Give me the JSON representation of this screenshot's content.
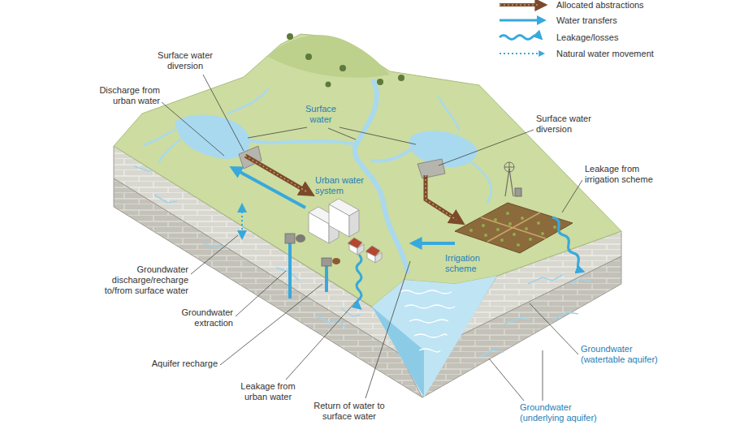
{
  "diagram": {
    "labels": [
      "Surface water diversion",
      "Discharge from urban water",
      "Surface water",
      "Urban water system",
      "Surface water diversion",
      "Leakage from irrigation scheme",
      "Irrigation scheme",
      "Groundwater discharge/recharge to/from surface water",
      "Groundwater extraction",
      "Aquifer recharge",
      "Leakage from urban water",
      "Return of water to surface water",
      "Groundwater (watertable aquifer)",
      "Groundwater (underlying aquifer)"
    ],
    "legend": [
      {
        "text": "Allocated abstractions"
      },
      {
        "text": "Water transfers"
      },
      {
        "text": "Leakage/losses"
      },
      {
        "text": "Natural water movement"
      }
    ]
  }
}
